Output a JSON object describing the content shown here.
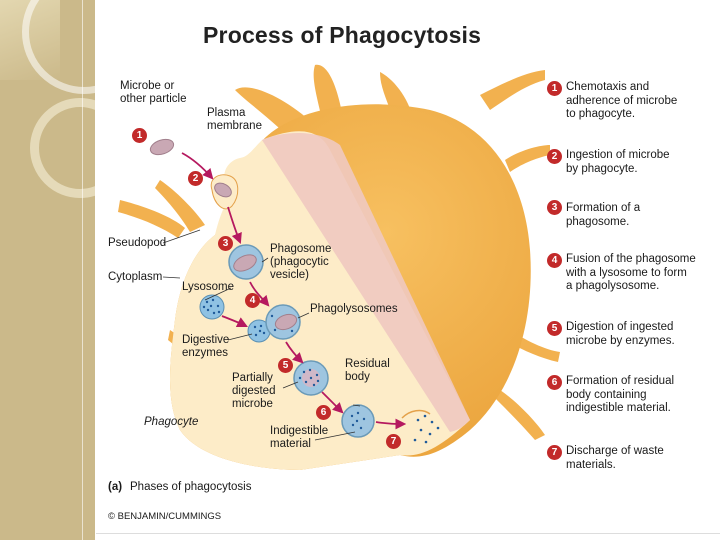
{
  "title": "Process of Phagocytosis",
  "labels": {
    "microbe": "Microbe or\nother particle",
    "plasma_membrane": "Plasma\nmembrane",
    "pseudopod": "Pseudopod",
    "cytoplasm": "Cytoplasm",
    "phagosome": "Phagosome\n(phagocytic\nvesicle)",
    "lysosome": "Lysosome",
    "phagolysosomes": "Phagolysosomes",
    "digestive_enzymes": "Digestive\nenzymes",
    "partially_digested": "Partially\ndigested\nmicrobe",
    "residual_body": "Residual\nbody",
    "phagocyte": "Phagocyte",
    "indigestible": "Indigestible\nmaterial"
  },
  "caption": {
    "letter": "(a)",
    "text": "Phases of phagocytosis",
    "credit": "© BENJAMIN/CUMMINGS"
  },
  "steps": [
    {
      "num": "1",
      "text": "Chemotaxis and\nadherence of microbe\nto phagocyte."
    },
    {
      "num": "2",
      "text": "Ingestion of microbe\nby phagocyte."
    },
    {
      "num": "3",
      "text": "Formation of a\nphagosome."
    },
    {
      "num": "4",
      "text": "Fusion of the phagosome\nwith a lysosome to form\na phagolysosome."
    },
    {
      "num": "5",
      "text": "Digestion of ingested\nmicrobe by enzymes."
    },
    {
      "num": "6",
      "text": "Formation of residual\nbody containing\nindigestible material."
    },
    {
      "num": "7",
      "text": "Discharge of waste\nmaterials."
    }
  ],
  "diagram_numbers": [
    "1",
    "2",
    "3",
    "4",
    "5",
    "6",
    "7"
  ],
  "colors": {
    "cell_outer": "#f3b451",
    "cell_inner": "#fdecc8",
    "section_pink": "#f0c9c0",
    "step_badge": "#c22a2a",
    "arrow": "#b5195f",
    "vesicle": "#9ec5e0",
    "microbe": "#c9a8b4",
    "sidebar": "#cbb98a"
  }
}
